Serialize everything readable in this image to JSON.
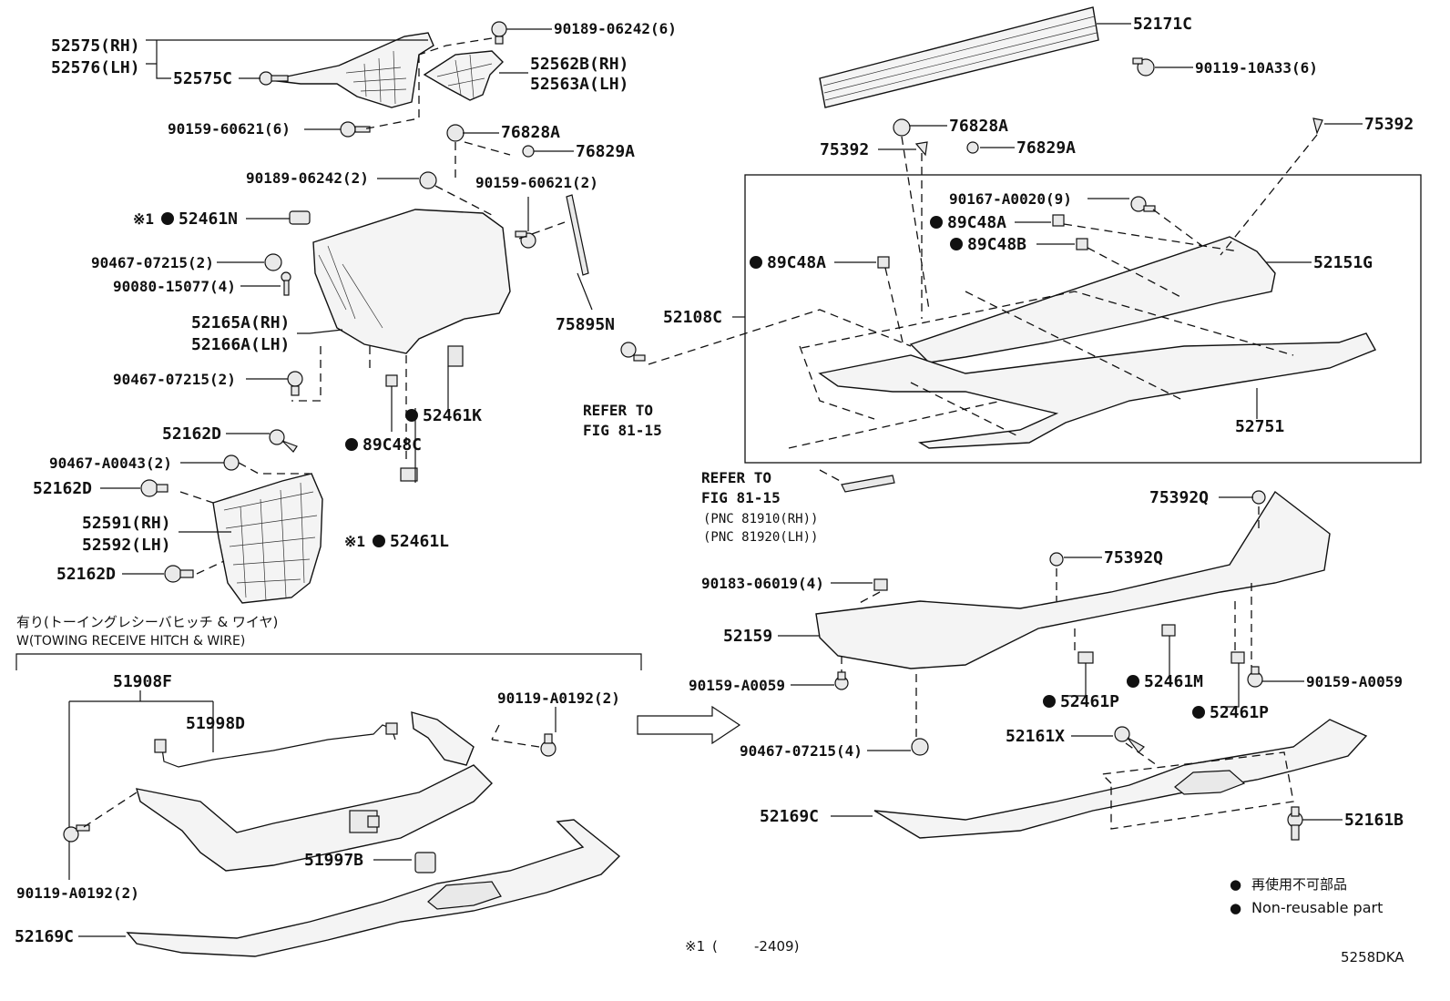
{
  "diagram": {
    "legend": {
      "items": [
        {
          "symbol": "●",
          "text": "再使用不可部品"
        },
        {
          "symbol": "●",
          "text": "Non-reusable part"
        }
      ]
    },
    "footnote": {
      "mark": "※1",
      "range_start": "(",
      "range_end": "-2409)"
    },
    "figure_code": "5258DKA",
    "towing_section": {
      "title_jp": "有り(トーイングレシーバヒッチ & ワイヤ)",
      "title_en": "W(TOWING RECEIVE HITCH & WIRE)"
    },
    "refer_notes": {
      "a": [
        "REFER TO",
        "FIG 81-15"
      ],
      "b": [
        "REFER TO",
        "FIG 81-15",
        "(PNC 81910(RH))",
        "(PNC 81920(LH))"
      ]
    },
    "labels": {
      "p52575rh": "52575(RH)",
      "p52576lh": "52576(LH)",
      "p52575c": "52575C",
      "p90189a": "90189-06242(6)",
      "p52562b": "52562B(RH)",
      "p52563a": "52563A(LH)",
      "p90159a": "90159-60621(6)",
      "p76828a_l": "76828A",
      "p76829a_l": "76829A",
      "p90189b": "90189-06242(2)",
      "p90159b": "90159-60621(2)",
      "p52461n": "52461N",
      "p90467a": "90467-07215(2)",
      "p90080": "90080-15077(4)",
      "p52165a": "52165A(RH)",
      "p52166a": "52166A(LH)",
      "p75895n": "75895N",
      "p90467b": "90467-07215(2)",
      "p52461k": "52461K",
      "p89c48c": "89C48C",
      "p52162d_a": "52162D",
      "p90467c": "90467-A0043(2)",
      "p52162d_b": "52162D",
      "p52591": "52591(RH)",
      "p52592": "52592(LH)",
      "p52162d_c": "52162D",
      "p52461l": "52461L",
      "p52171c": "52171C",
      "p90119a": "90119-10A33(6)",
      "p76828a_r": "76828A",
      "p75392_a": "75392",
      "p76829a_r": "76829A",
      "p75392_b": "75392",
      "p90167": "90167-A0020(9)",
      "p89c48a_a": "89C48A",
      "p89c48b": "89C48B",
      "p89c48a_b": "89C48A",
      "p52151g": "52151G",
      "p52108c": "52108C",
      "p52751": "52751",
      "p75392q_a": "75392Q",
      "p75392q_b": "75392Q",
      "p90183": "90183-06019(4)",
      "p52159": "52159",
      "p90159c": "90159-A0059",
      "p90159d": "90159-A0059",
      "p52461m": "52461M",
      "p52461p_a": "52461P",
      "p52461p_b": "52461P",
      "p90467d": "90467-07215(4)",
      "p52161x": "52161X",
      "p52169c_r": "52169C",
      "p52161b": "52161B",
      "p51908f": "51908F",
      "p51998d": "51998D",
      "p90119b": "90119-A0192(2)",
      "p90119c": "90119-A0192(2)",
      "p51997b": "51997B",
      "p52169c_l": "52169C"
    }
  }
}
